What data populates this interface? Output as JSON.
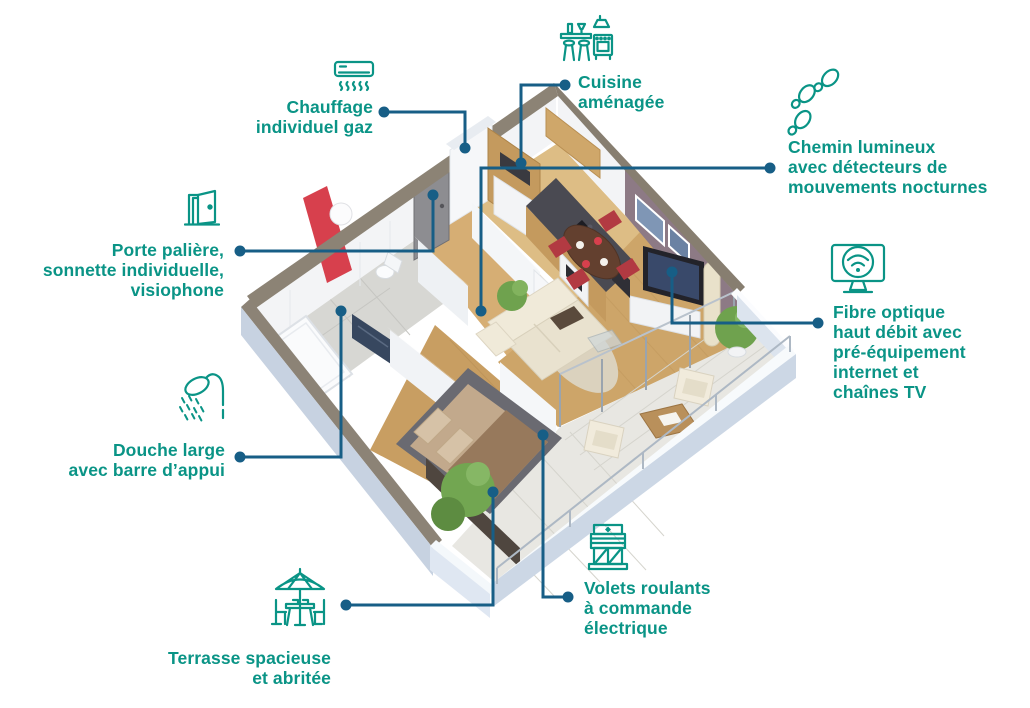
{
  "palette": {
    "accent_teal": "#0a9486",
    "connector_blue": "#175e86",
    "wall_mauve": "#8d7a85",
    "accent_red": "#d7404d",
    "wood_floor": "#cda569"
  },
  "callouts": [
    {
      "id": "kitchen",
      "icon": "kitchen-icon",
      "lines": [
        "Cuisine",
        "aménagée"
      ]
    },
    {
      "id": "heating",
      "icon": "heater-icon",
      "lines": [
        "Chauffage",
        "individuel gaz"
      ]
    },
    {
      "id": "entrance",
      "icon": "door-icon",
      "lines": [
        "Porte palière,",
        "sonnette individuelle,",
        "visiophone"
      ]
    },
    {
      "id": "shower",
      "icon": "shower-icon",
      "lines": [
        "Douche large",
        "avec barre d’appui"
      ]
    },
    {
      "id": "terrace",
      "icon": "parasol-icon",
      "lines": [
        "Terrasse spacieuse",
        "et abritée"
      ]
    },
    {
      "id": "shutters",
      "icon": "roller-shutter-icon",
      "lines": [
        "Volets roulants",
        "à commande",
        "électrique"
      ]
    },
    {
      "id": "nightpath",
      "icon": "footsteps-icon",
      "lines": [
        "Chemin lumineux",
        "avec détecteurs de",
        "mouvements nocturnes"
      ]
    },
    {
      "id": "fiber",
      "icon": "tv-wifi-icon",
      "lines": [
        "Fibre optique",
        "haut débit avec",
        "pré-équipement",
        "internet et",
        "chaînes TV"
      ]
    }
  ]
}
